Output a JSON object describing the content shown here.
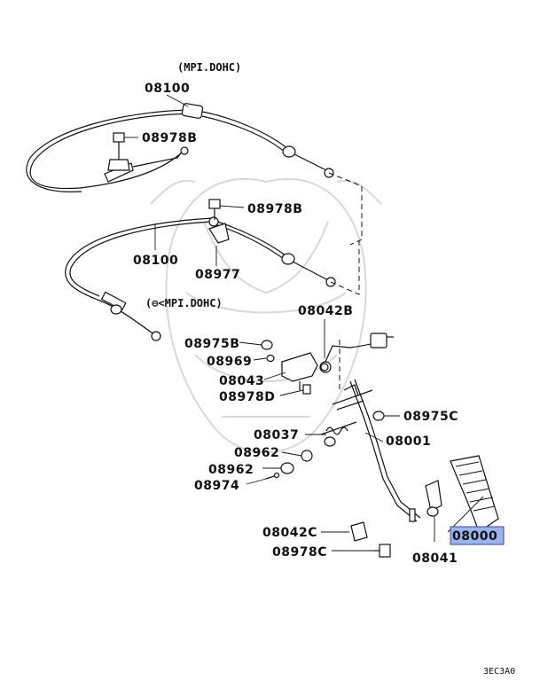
{
  "variant_labels": {
    "top": "(MPI.DOHC)",
    "mid": "(⊖<MPI.DOHC)"
  },
  "labels": {
    "p08100_top": "08100",
    "p08978B_top": "08978B",
    "p08978B_mid": "08978B",
    "p08100_mid": "08100",
    "p08977": "08977",
    "p08042B": "08042B",
    "p08975B": "08975B",
    "p08969": "08969",
    "p08043": "08043",
    "p08978D": "08978D",
    "p08975C": "08975C",
    "p08037": "08037",
    "p08001": "08001",
    "p08962_a": "08962",
    "p08962_b": "08962",
    "p08974": "08974",
    "p08000": "08000",
    "p08042C": "08042C",
    "p08978C": "08978C",
    "p08041": "08041"
  },
  "highlight": {
    "part": "08000",
    "color": "#9db3f0"
  },
  "diagram_code": "3EC3A0"
}
